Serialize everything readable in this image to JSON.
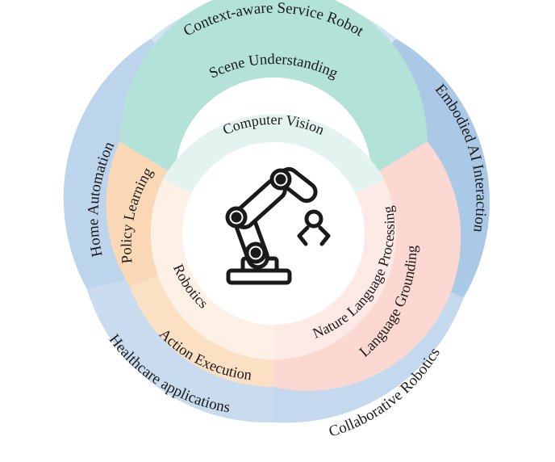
{
  "outer_ring": [
    {
      "label": "Context-aware Service Robot",
      "color": "#d3e4f3"
    },
    {
      "label": "Embodied AI Interaction",
      "color": "#a9c9e6"
    },
    {
      "label": "Collaborative Robotics",
      "color": "#c4d9ee"
    },
    {
      "label": "Healthcare applications",
      "color": "#c9dcef"
    },
    {
      "label": "Home Automation",
      "color": "#bcd4ec"
    }
  ],
  "middle_ring": [
    {
      "label": "Scene Understanding",
      "color": "#b2e2d8"
    },
    {
      "label": "Language Grounding",
      "color": "#fbd8d1"
    },
    {
      "label": "Action Execution",
      "color": "#fbe0c4"
    },
    {
      "label": "Policy Learning",
      "color": "#fad8b6"
    }
  ],
  "inner_ring": [
    {
      "label": "Computer Vision",
      "color": "#e3f4f0"
    },
    {
      "label": "Nature Language Processing",
      "color": "#fde9e5"
    },
    {
      "label": "Robotics",
      "color": "#fdf0e4"
    }
  ],
  "center": {
    "icon": "robot-arm-icon"
  }
}
